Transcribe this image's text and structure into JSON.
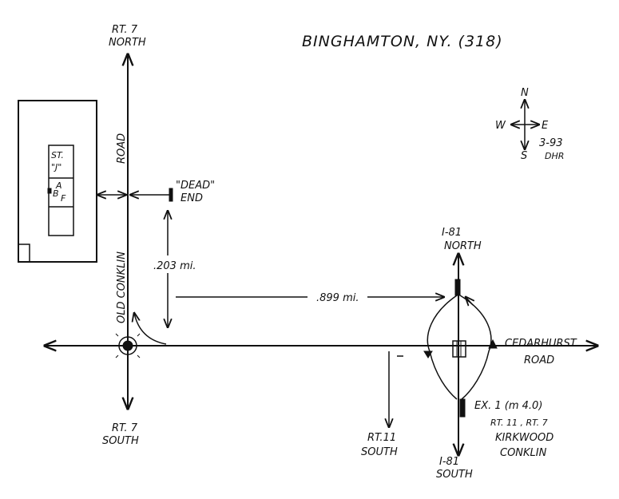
{
  "title": "BINGHAMTON, NY. (318)",
  "compass": {
    "n": "N",
    "s": "S",
    "w": "W",
    "e": "E",
    "date": "3-93",
    "initials": "DHR"
  },
  "store": {
    "name_line1": "ST.",
    "name_line2": "\"J\"",
    "entrance_a": "A",
    "entrance_b": "B",
    "entrance_f": "F"
  },
  "roads": {
    "rt7_north_1": "RT. 7",
    "rt7_north_2": "NORTH",
    "rt7_south_1": "RT. 7",
    "rt7_south_2": "SOUTH",
    "old_conklin": "OLD  CONKLIN",
    "road_vertical": "ROAD",
    "dead_end_1": "\"DEAD\"",
    "dead_end_2": "END",
    "i81_north_1": "I-81",
    "i81_north_2": "NORTH",
    "i81_south_1": "I-81",
    "i81_south_2": "SOUTH",
    "cedarhurst_1": "CEDARHURST",
    "cedarhurst_2": "ROAD",
    "rt11_south_1": "RT.11",
    "rt11_south_2": "SOUTH"
  },
  "distances": {
    "vertical": ".203 mi.",
    "horizontal": ".899 mi."
  },
  "exit": {
    "line1": "EX. 1  (m 4.0)",
    "line2": "RT. 11 , RT. 7",
    "line3": "KIRKWOOD",
    "line4": "CONKLIN"
  }
}
